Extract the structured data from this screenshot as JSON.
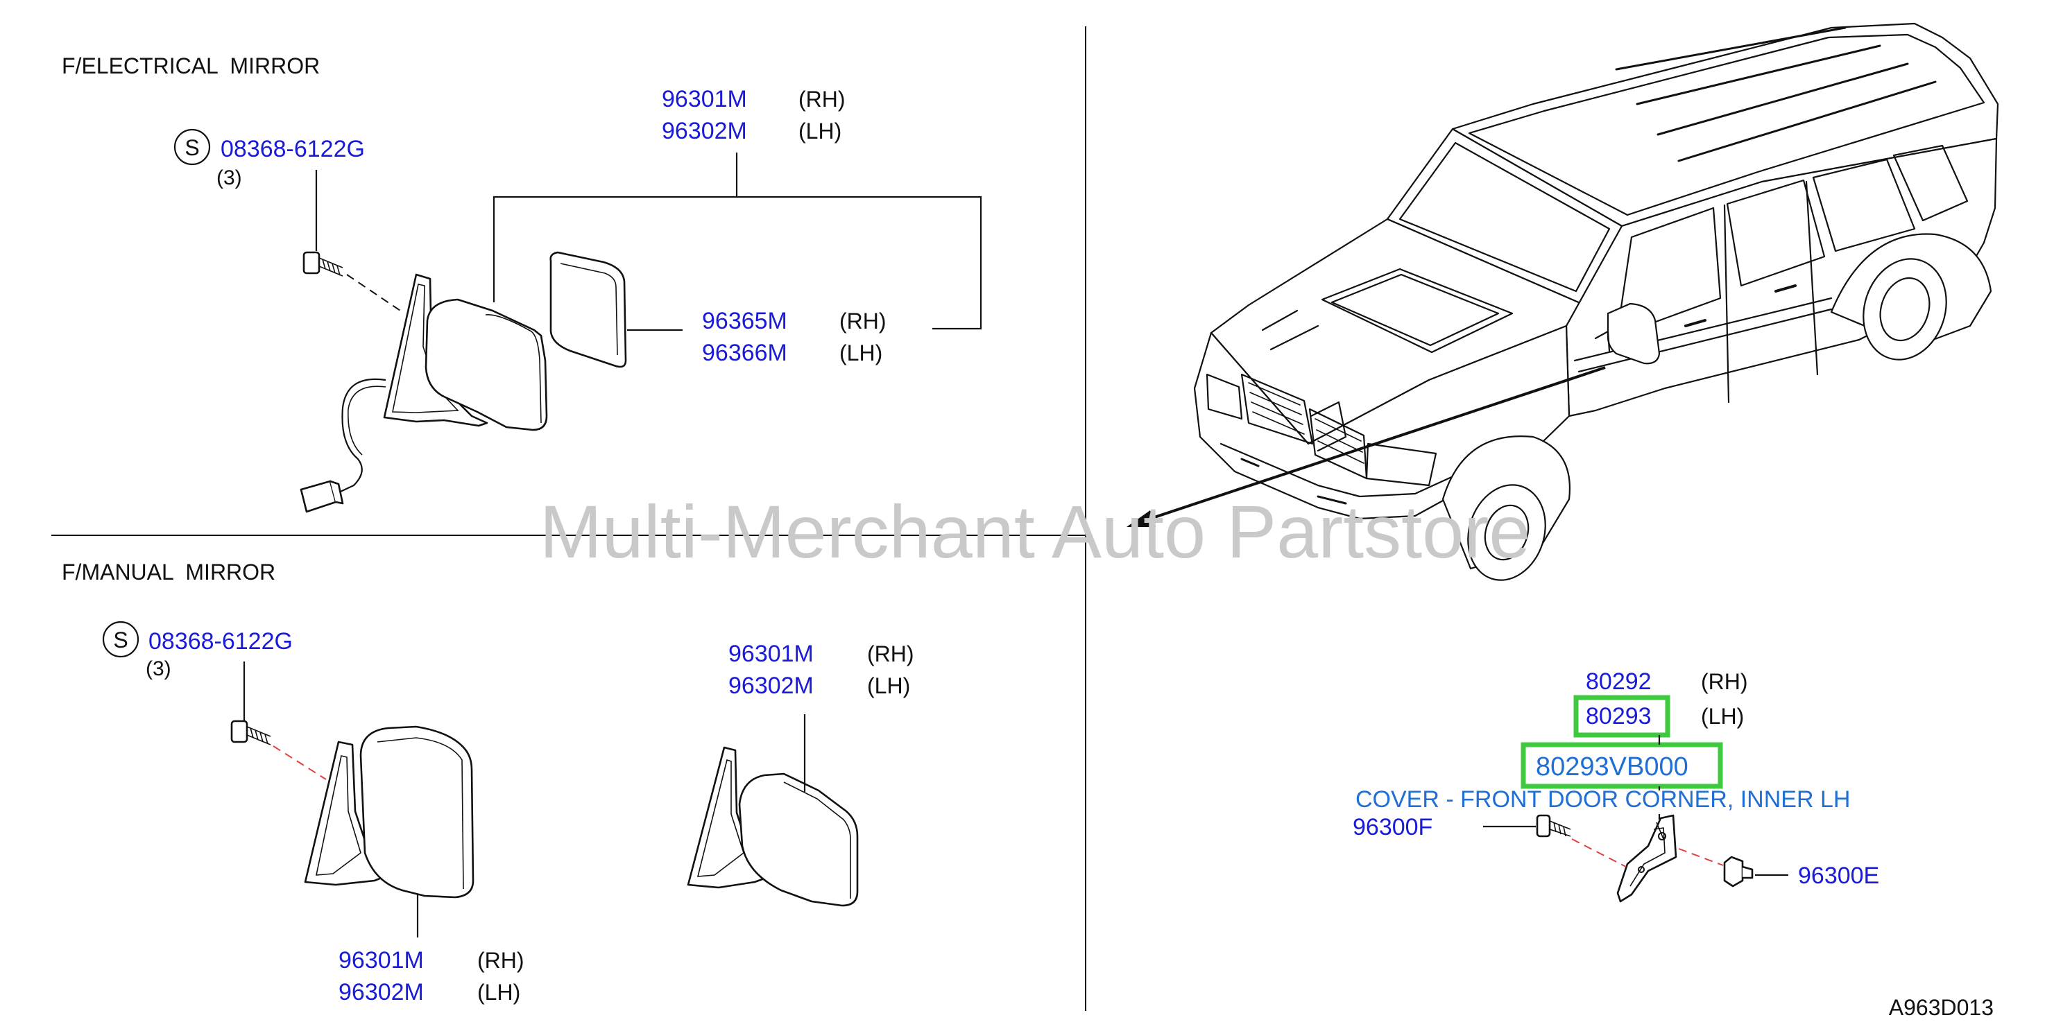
{
  "sections": {
    "electrical_title": "F/ELECTRICAL  MIRROR",
    "manual_title": "F/MANUAL  MIRROR"
  },
  "electrical": {
    "screw_symbol": "S",
    "screw_part": "08368-6122G",
    "screw_qty": "(3)",
    "assy_rh_part": "96301M",
    "assy_rh_side": "(RH)",
    "assy_lh_part": "96302M",
    "assy_lh_side": "(LH)",
    "glass_rh_part": "96365M",
    "glass_rh_side": "(RH)",
    "glass_lh_part": "96366M",
    "glass_lh_side": "(LH)"
  },
  "manual": {
    "screw_symbol": "S",
    "screw_part": "08368-6122G",
    "screw_qty": "(3)",
    "left_rh_part": "96301M",
    "left_rh_side": "(RH)",
    "left_lh_part": "96302M",
    "left_lh_side": "(LH)",
    "right_rh_part": "96301M",
    "right_rh_side": "(RH)",
    "right_lh_part": "96302M",
    "right_lh_side": "(LH)"
  },
  "corner": {
    "rh_part": "80292",
    "rh_side": "(RH)",
    "lh_part": "80293",
    "lh_side": "(LH)",
    "highlight_part": "80293VB000",
    "description": "COVER - FRONT DOOR CORNER, INNER LH",
    "clip_part": "96300F",
    "grommet_part": "96300E"
  },
  "watermark": "Multi-Merchant Auto Partstore",
  "diagram_code": "A963D013",
  "colors": {
    "part_number": "#1a1ad9",
    "description": "#1f6fd6",
    "highlight": "#3ec93e",
    "watermark": "#c9c9c9"
  }
}
